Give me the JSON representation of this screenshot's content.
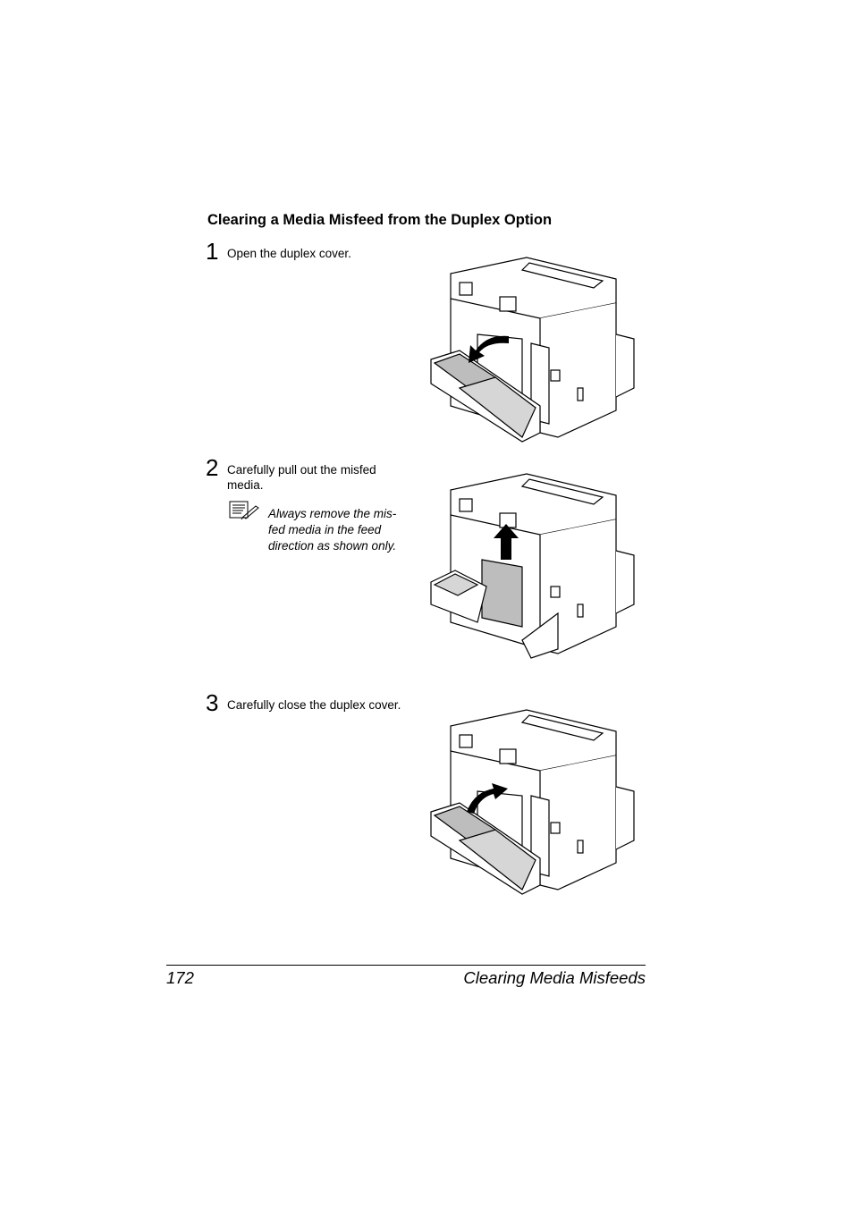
{
  "heading": "Clearing a Media Misfeed from the Duplex Option",
  "steps": [
    {
      "number": "1",
      "text": "Open the duplex cover."
    },
    {
      "number": "2",
      "text": "Carefully pull out the misfed media."
    },
    {
      "number": "3",
      "text": "Carefully close the duplex cover."
    }
  ],
  "note": {
    "icon": "note-pencil-icon",
    "text": "Always remove the mis-fed media in the feed direction as shown only."
  },
  "figures": [
    {
      "icon": "printer-duplex-cover-opening-illustration",
      "arrow": "arrow-curved-down-left"
    },
    {
      "icon": "printer-media-pull-out-illustration",
      "arrow": "arrow-up"
    },
    {
      "icon": "printer-duplex-cover-closing-illustration",
      "arrow": "arrow-curved-up-right"
    }
  ],
  "footer": {
    "page_number": "172",
    "section_title": "Clearing Media Misfeeds"
  }
}
